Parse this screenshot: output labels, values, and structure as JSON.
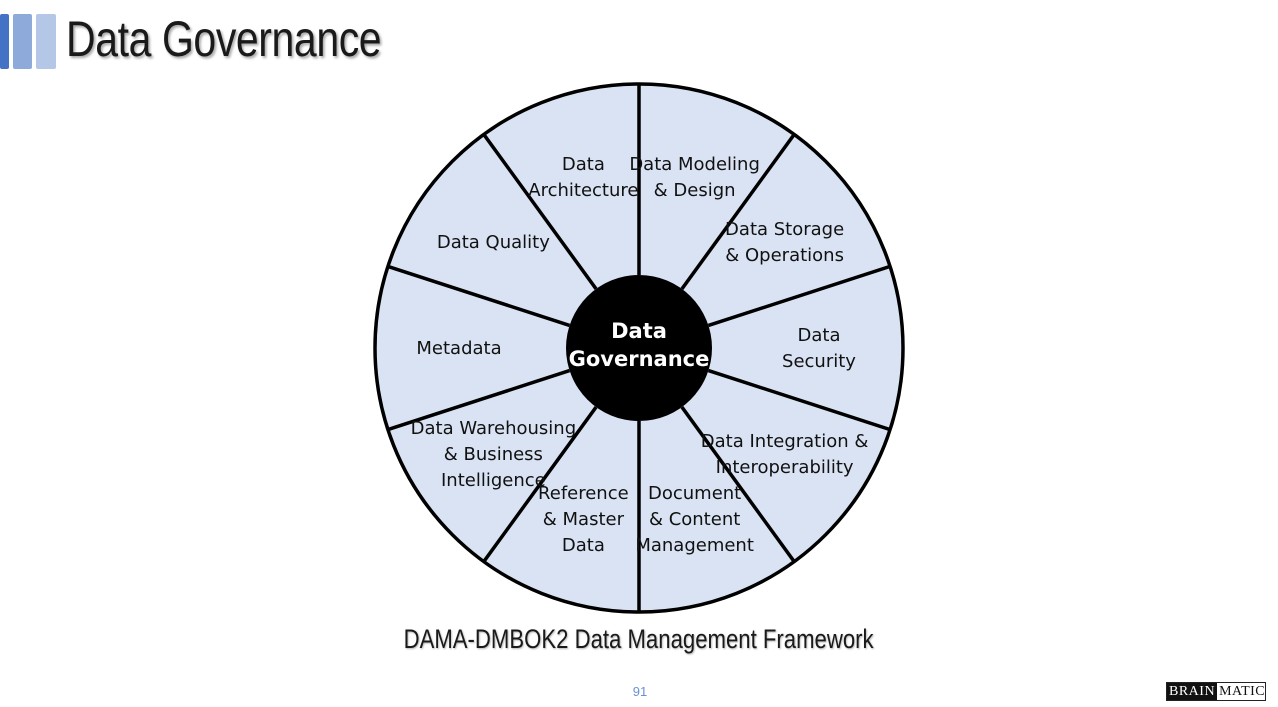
{
  "slide": {
    "title": "Data Governance",
    "caption": "DAMA-DMBOK2 Data Management Framework",
    "page_number": "91",
    "logo_text_dark": "BRAIN",
    "logo_text_light": "MATICS"
  },
  "wheel": {
    "center": [
      "Data",
      "Governance"
    ],
    "segments": [
      {
        "lines": [
          "Data Modeling",
          "& Design"
        ]
      },
      {
        "lines": [
          "Data Storage",
          "& Operations"
        ]
      },
      {
        "lines": [
          "Data",
          "Security"
        ]
      },
      {
        "lines": [
          "Data Integration &",
          "Interoperability"
        ]
      },
      {
        "lines": [
          "Document",
          "& Content",
          "Management"
        ]
      },
      {
        "lines": [
          "Reference",
          "& Master",
          "Data"
        ]
      },
      {
        "lines": [
          "Data Warehousing",
          "& Business",
          "Intelligence"
        ]
      },
      {
        "lines": [
          "Metadata"
        ]
      },
      {
        "lines": [
          "Data Quality"
        ]
      },
      {
        "lines": [
          "Data",
          "Architecture"
        ]
      }
    ],
    "colors": {
      "fill": "#dae3f3",
      "stroke": "#000000",
      "hub": "#000000",
      "hub_text": "#ffffff"
    }
  }
}
